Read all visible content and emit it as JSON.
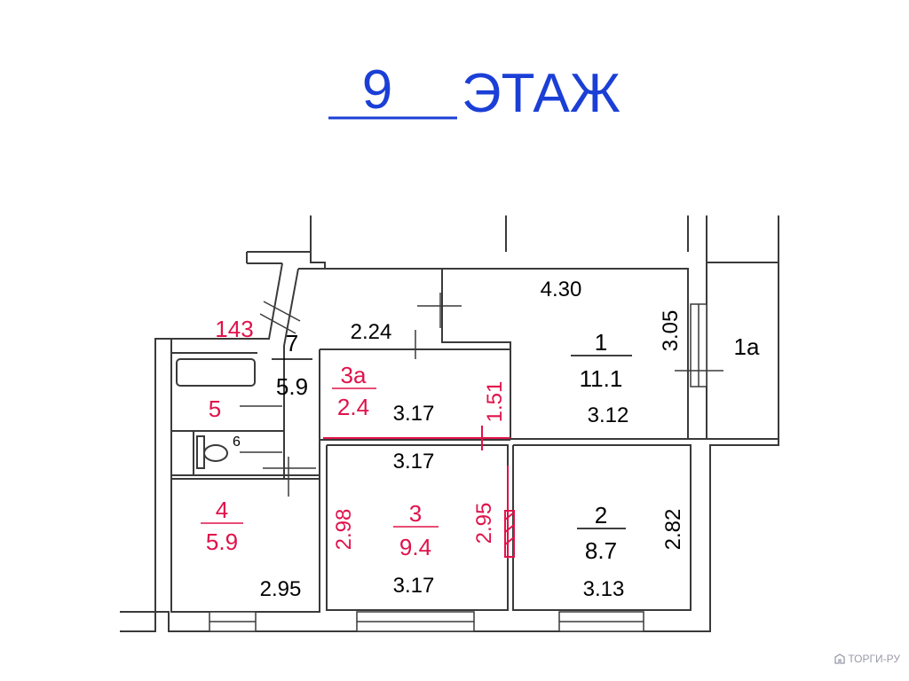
{
  "header": {
    "floor_number": "9",
    "floor_word": "ЭТАЖ"
  },
  "colors": {
    "title": "#1b3fd6",
    "walls": "#3a3a3a",
    "red": "#e0124a",
    "text": "#000000"
  },
  "rooms": {
    "r1": {
      "number": "1",
      "area": "11.1"
    },
    "r1a": {
      "number": "1а"
    },
    "r2": {
      "number": "2",
      "area": "8.7"
    },
    "r3": {
      "number": "3",
      "area": "9.4"
    },
    "r3a": {
      "number": "3а",
      "area": "2.4"
    },
    "r4": {
      "number": "4",
      "area": "5.9"
    },
    "r5": {
      "number": "5"
    },
    "r6": {
      "number": "6"
    },
    "r7": {
      "number": "7",
      "area": "5.9"
    }
  },
  "dims": {
    "d430": "4.30",
    "d305": "3.05",
    "d312": "3.12",
    "d224": "2.24",
    "d317a": "3.17",
    "d151": "1.51",
    "d317b": "3.17",
    "d298": "2.98",
    "d295v": "2.95",
    "d317c": "3.17",
    "d295h": "2.95",
    "d282": "2.82",
    "d313": "3.13",
    "d143": "143"
  },
  "watermark": {
    "text": "ТОРГИ-РУ"
  }
}
